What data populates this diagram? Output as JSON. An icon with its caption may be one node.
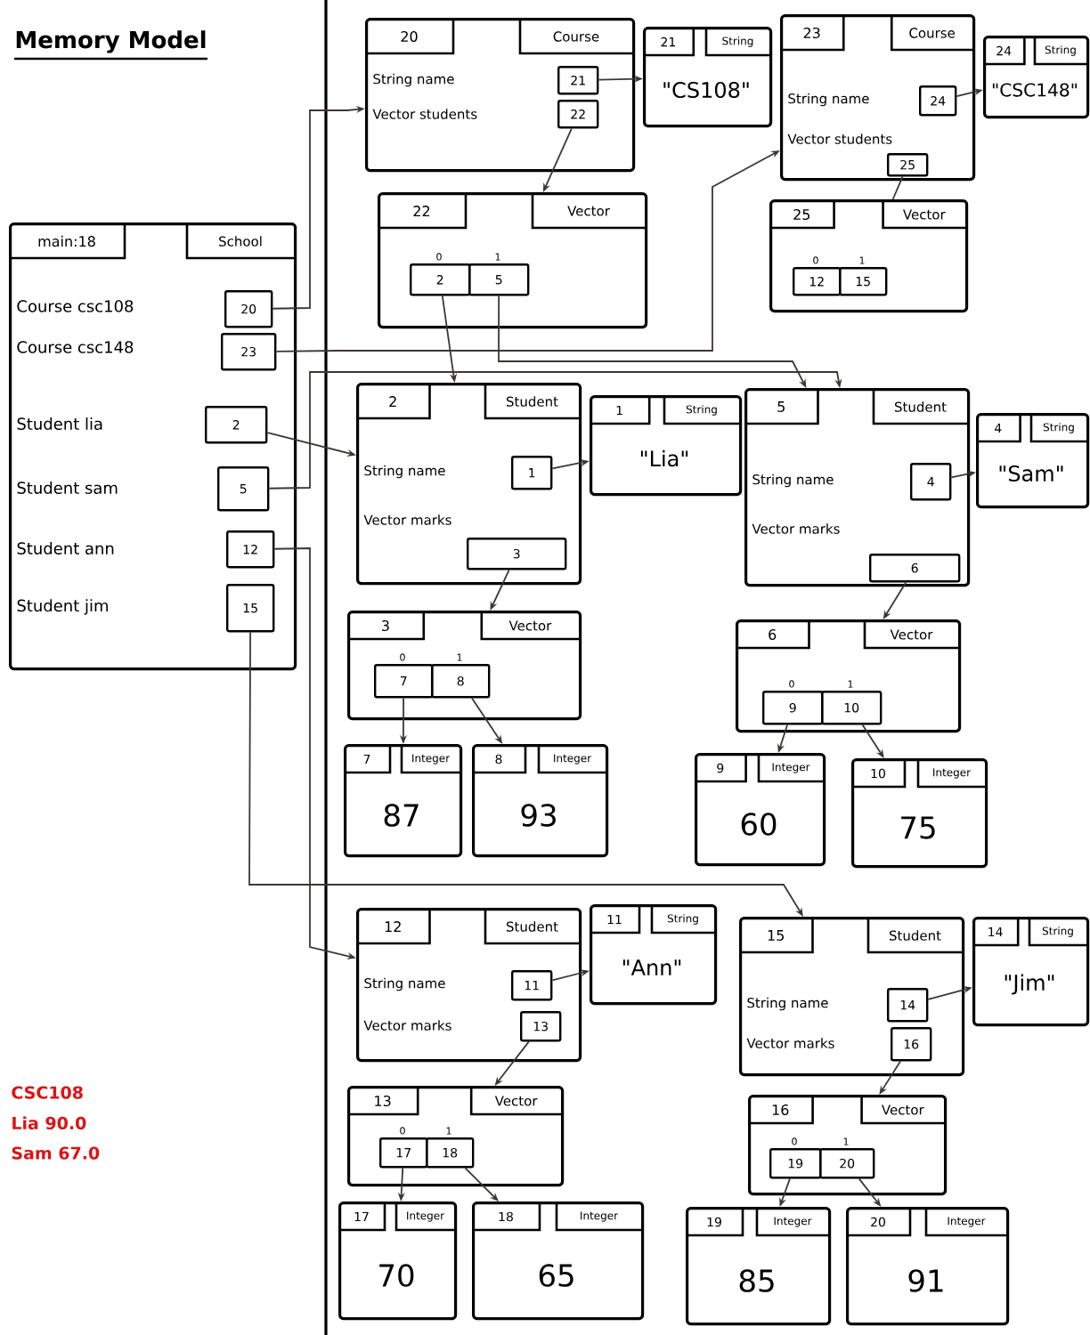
{
  "diagram": {
    "title": "Memory Model",
    "nodes": [
      {
        "text": [
          "main:18",
          "School",
          "Course csc108",
          "Course csc148",
          "Student lia",
          "Student sam",
          "Student ann",
          "Student jim"
        ]
      },
      {
        "text": [
          "20"
        ],
        "in": 0
      },
      {
        "text": [
          "23"
        ],
        "in": 0
      },
      {
        "text": [
          "2"
        ],
        "in": 0
      },
      {
        "text": [
          "5"
        ],
        "in": 0
      },
      {
        "text": [
          "12"
        ],
        "in": 0
      },
      {
        "text": [
          "15"
        ],
        "in": 0
      },
      {
        "text": [
          "20",
          "Course",
          "String name",
          "Vector students"
        ]
      },
      {
        "text": [
          "21"
        ],
        "in": 7
      },
      {
        "text": [
          "22"
        ],
        "in": 7
      },
      {
        "text": [
          "21",
          "String",
          "\"CS108\""
        ]
      },
      {
        "text": [
          "23",
          "Course",
          "String name",
          "Vector students"
        ]
      },
      {
        "text": [
          "24"
        ],
        "in": 11
      },
      {
        "text": [
          "25"
        ],
        "in": 11
      },
      {
        "text": [
          "24",
          "String",
          "\"CSC148\""
        ]
      },
      {
        "text": [
          "22",
          "Vector",
          "0",
          "1"
        ]
      },
      {
        "text": [
          "2"
        ],
        "in": 15
      },
      {
        "text": [
          "5"
        ],
        "in": 15
      },
      {
        "text": [
          "25",
          "Vector",
          "0",
          "1"
        ]
      },
      {
        "text": [
          "12"
        ],
        "in": 18
      },
      {
        "text": [
          "15"
        ],
        "in": 18
      },
      {
        "text": [
          "2",
          "Student",
          "String name",
          "Vector marks"
        ]
      },
      {
        "text": [
          "1"
        ],
        "in": 21
      },
      {
        "text": [
          "3"
        ],
        "in": 21
      },
      {
        "text": [
          "1",
          "String",
          "\"Lia\""
        ]
      },
      {
        "text": [
          "5",
          "Student",
          "String name",
          "Vector marks"
        ]
      },
      {
        "text": [
          "4"
        ],
        "in": 25
      },
      {
        "text": [
          "6"
        ],
        "in": 25
      },
      {
        "text": [
          "4",
          "String",
          "\"Sam\""
        ]
      },
      {
        "text": [
          "3",
          "Vector",
          "0",
          "1"
        ]
      },
      {
        "text": [
          "7"
        ],
        "in": 29
      },
      {
        "text": [
          "8"
        ],
        "in": 29
      },
      {
        "text": [
          "6",
          "Vector",
          "0",
          "1"
        ]
      },
      {
        "text": [
          "9"
        ],
        "in": 32
      },
      {
        "text": [
          "10"
        ],
        "in": 32
      },
      {
        "text": [
          "7",
          "Integer",
          "87"
        ]
      },
      {
        "text": [
          "8",
          "Integer",
          "93"
        ]
      },
      {
        "text": [
          "9",
          "Integer",
          "60"
        ]
      },
      {
        "text": [
          "10",
          "Integer",
          "75"
        ]
      },
      {
        "text": [
          "12",
          "Student",
          "String name",
          "Vector marks"
        ]
      },
      {
        "text": [
          "11"
        ],
        "in": 39
      },
      {
        "text": [
          "13"
        ],
        "in": 39
      },
      {
        "text": [
          "11",
          "String",
          "\"Ann\""
        ]
      },
      {
        "text": [
          "15",
          "Student",
          "String name",
          "Vector marks"
        ]
      },
      {
        "text": [
          "14"
        ],
        "in": 43
      },
      {
        "text": [
          "16"
        ],
        "in": 43
      },
      {
        "text": [
          "14",
          "String",
          "\"Jim\""
        ]
      },
      {
        "text": [
          "13",
          "Vector",
          "0",
          "1"
        ]
      },
      {
        "text": [
          "17"
        ],
        "in": 47
      },
      {
        "text": [
          "18"
        ],
        "in": 47
      },
      {
        "text": [
          "16",
          "Vector",
          "0",
          "1"
        ]
      },
      {
        "text": [
          "19"
        ],
        "in": 50
      },
      {
        "text": [
          "20"
        ],
        "in": 50
      },
      {
        "text": [
          "17",
          "Integer",
          "70"
        ]
      },
      {
        "text": [
          "18",
          "Integer",
          "65"
        ]
      },
      {
        "text": [
          "19",
          "Integer",
          "85"
        ]
      },
      {
        "text": [
          "20",
          "Integer",
          "91"
        ]
      }
    ],
    "edges": [
      {
        "from": 1,
        "to": 7,
        "arrow": "to"
      },
      {
        "from": 2,
        "to": 11,
        "arrow": "to"
      },
      {
        "from": 3,
        "to": 21,
        "arrow": "to"
      },
      {
        "from": 4,
        "to": 25,
        "arrow": "to"
      },
      {
        "from": 5,
        "to": 39,
        "arrow": "to"
      },
      {
        "from": 6,
        "to": 43,
        "arrow": "to"
      },
      {
        "from": 8,
        "to": 10,
        "arrow": "to"
      },
      {
        "from": 9,
        "to": 15,
        "arrow": "to"
      },
      {
        "from": 12,
        "to": 14,
        "arrow": "to"
      },
      {
        "from": 13,
        "to": 18,
        "arrow": "none"
      },
      {
        "from": 16,
        "to": 21,
        "arrow": "to"
      },
      {
        "from": 17,
        "to": 25,
        "arrow": "to"
      },
      {
        "from": 22,
        "to": 24,
        "arrow": "to"
      },
      {
        "from": 23,
        "to": 29,
        "arrow": "to"
      },
      {
        "from": 26,
        "to": 28,
        "arrow": "to"
      },
      {
        "from": 27,
        "to": 32,
        "arrow": "to"
      },
      {
        "from": 30,
        "to": 35,
        "arrow": "to"
      },
      {
        "from": 31,
        "to": 36,
        "arrow": "to"
      },
      {
        "from": 33,
        "to": 37,
        "arrow": "to"
      },
      {
        "from": 34,
        "to": 38,
        "arrow": "to"
      },
      {
        "from": 40,
        "to": 42,
        "arrow": "to"
      },
      {
        "from": 41,
        "to": 47,
        "arrow": "to"
      },
      {
        "from": 44,
        "to": 46,
        "arrow": "to"
      },
      {
        "from": 45,
        "to": 50,
        "arrow": "to"
      },
      {
        "from": 48,
        "to": 53,
        "arrow": "to"
      },
      {
        "from": 49,
        "to": 54,
        "arrow": "to"
      },
      {
        "from": 51,
        "to": 55,
        "arrow": "to"
      },
      {
        "from": 52,
        "to": 56,
        "arrow": "to"
      }
    ],
    "labels": [
      "CSC108",
      "Lia 90.0",
      "Sam 67.0"
    ]
  }
}
